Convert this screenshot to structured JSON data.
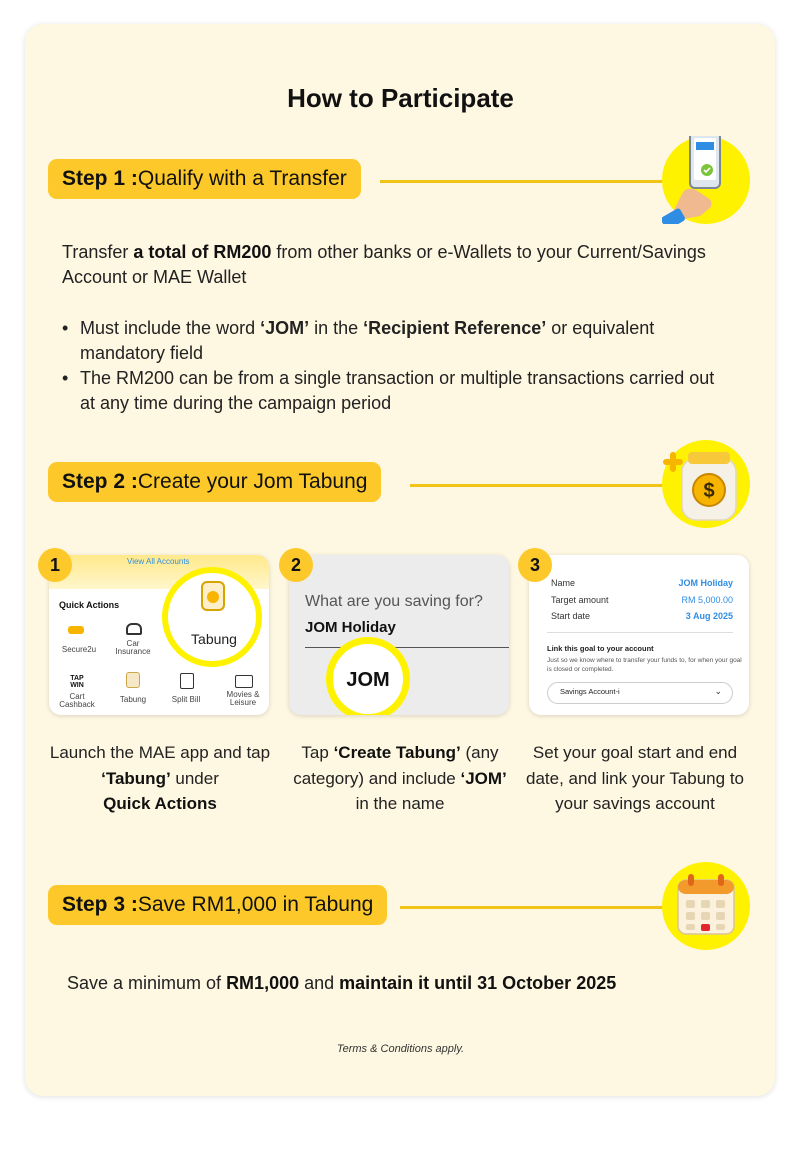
{
  "title": "How to Participate",
  "steps": {
    "s1": {
      "prefix": "Step 1 :",
      "label": " Qualify with a Transfer"
    },
    "s2": {
      "prefix": "Step 2 :",
      "label": " Create your Jom Tabung"
    },
    "s3": {
      "prefix": "Step 3 :",
      "label": " Save RM1,000 in Tabung"
    }
  },
  "step1": {
    "p1": "Transfer ",
    "p2": "a total of RM200",
    "p3": " from other banks or e-Wallets to your Current/Savings Account or MAE Wallet",
    "b1a": "Must include the word ",
    "b1b": "‘JOM’",
    "b1c": " in the ",
    "b1d": "‘Recipient Reference’",
    "b1e": " or equivalent mandatory field",
    "b2": "The RM200 can be from a single transaction or multiple transactions carried out at any time during the campaign period"
  },
  "step2": {
    "nums": [
      "1",
      "2",
      "3"
    ],
    "shot1": {
      "view_all": "View All Accounts",
      "quick_actions": "Quick Actions",
      "tabung_big": "Tabung",
      "items": [
        "Secure2u",
        "Car Insurance",
        "Cart Cashback",
        "Tabung",
        "Split Bill",
        "Movies & Leisure"
      ],
      "tap_win": "TAP WIN"
    },
    "shot2": {
      "question": "What are you saving for?",
      "answer": "JOM Holiday",
      "jom": "JOM"
    },
    "shot3": {
      "name_label": "Name",
      "name_value": "JOM Holiday",
      "target_label": "Target amount",
      "target_value": "RM 5,000.00",
      "start_label": "Start date",
      "start_value": "3 Aug 2025",
      "link_title": "Link this goal to your account",
      "link_desc": "Just so we know where to transfer your funds to, for when your goal is closed or completed.",
      "account": "Savings Account-i"
    },
    "cap1": {
      "a": "Launch the MAE app and tap ",
      "b": "‘Tabung’",
      "c": " under ",
      "d": "Quick Actions"
    },
    "cap2": {
      "a": "Tap ",
      "b": "‘Create Tabung’",
      "c": " (any category) and include ",
      "d": "‘JOM’",
      "e": " in the name"
    },
    "cap3": "Set your goal start and end date, and link your Tabung to your savings account"
  },
  "step3": {
    "a": "Save a minimum of ",
    "b": "RM1,000",
    "c": " and ",
    "d": "maintain it until 31 October 2025"
  },
  "terms": "Terms & Conditions apply.",
  "colors": {
    "accent": "#fdc92a",
    "highlight": "#fff200",
    "background": "#fef7e1",
    "blue": "#2f8de4"
  },
  "icons": [
    "phone-transfer-icon",
    "money-jar-icon",
    "calendar-icon",
    "jar-icon",
    "secure2u-icon",
    "car-icon",
    "tabung-icon",
    "split-bill-icon",
    "movies-icon",
    "chevron-down-icon"
  ]
}
